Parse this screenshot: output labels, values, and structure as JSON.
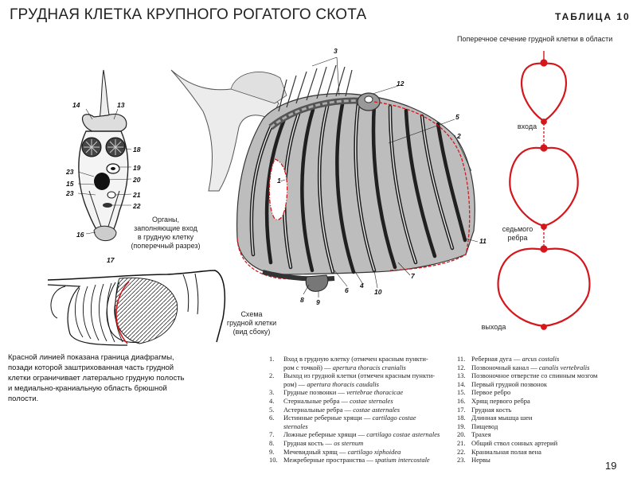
{
  "header": {
    "title": "ГРУДНАЯ КЛЕТКА КРУПНОГО РОГАТОГО СКОТА",
    "table_label": "ТАБЛИЦА 10"
  },
  "cross_section": {
    "caption": "Поперечное сечение грудной клетки в области",
    "label_entry": "входа",
    "label_seventh": "седьмого ребра",
    "label_exit": "выхода",
    "outline_color": "#d4171d"
  },
  "organs_caption": {
    "line1": "Органы,",
    "line2": "заполняющие вход",
    "line3": "в грудную клетку",
    "line4": "(поперечный разрез)"
  },
  "schema_caption": {
    "line1": "Схема",
    "line2": "грудной клетки",
    "line3": "(вид сбоку)"
  },
  "left_note": {
    "line1": "Красной линией показана граница диафрагмы,",
    "line2": "позади которой заштрихованная часть грудной",
    "line3": "клетки ограничивает латерально грудную полость",
    "line4": "и медиально-краниальную область брюшной полости."
  },
  "numbers": {
    "n1": "1",
    "n2": "2",
    "n3": "3",
    "n4": "4",
    "n5": "5",
    "n6": "6",
    "n7": "7",
    "n8": "8",
    "n9": "9",
    "n10": "10",
    "n11": "11",
    "n12": "12",
    "n13": "13",
    "n14": "14",
    "n15": "15",
    "n16": "16",
    "n17": "17",
    "n18": "18",
    "n19": "19",
    "n20": "20",
    "n21": "21",
    "n22": "22",
    "n23": "23",
    "n23b": "23"
  },
  "legend_col1": [
    {
      "n": "1.",
      "text": "Вход в грудную клетку (отмечен красным пункти-"
    },
    {
      "n": "",
      "text": "ром с точкой) — ",
      "latin": "apertura thoracis cranialis"
    },
    {
      "n": "2.",
      "text": "Выход из грудной клетки (отмечен красным пункти-"
    },
    {
      "n": "",
      "text": "ром) — ",
      "latin": "apertura thoracis caudalis"
    },
    {
      "n": "3.",
      "text": "Грудные позвонки — ",
      "latin": "vertebrae thoracicae"
    },
    {
      "n": "4.",
      "text": "Стернальные ребра — ",
      "latin": "costae sternales"
    },
    {
      "n": "5.",
      "text": "Астернальные ребра — ",
      "latin": "costae asternales"
    },
    {
      "n": "6.",
      "text": "Истинные реберные хрящи — ",
      "latin": "cartilago costae"
    },
    {
      "n": "",
      "text": "",
      "latin": "sternales"
    },
    {
      "n": "7.",
      "text": "Ложные реберные хрящи — ",
      "latin": "cartilago costae asternales"
    },
    {
      "n": "8.",
      "text": "Грудная кость — ",
      "latin": "os sternum"
    },
    {
      "n": "9.",
      "text": "Мечевидный хрящ — ",
      "latin": "cartilago xiphoidea"
    },
    {
      "n": "10.",
      "text": "Межреберные пространства — ",
      "latin": "spatium intercostale"
    }
  ],
  "legend_col2": [
    {
      "n": "11.",
      "text": "Реберная дуга — ",
      "latin": "arcus costalis"
    },
    {
      "n": "12.",
      "text": "Позвоночный канал — ",
      "latin": "canalis vertebralis"
    },
    {
      "n": "13.",
      "text": "Позвоночное отверстие со спинным мозгом",
      "latin": ""
    },
    {
      "n": "14.",
      "text": "Первый грудной позвонок",
      "latin": ""
    },
    {
      "n": "15.",
      "text": "Первое ребро",
      "latin": ""
    },
    {
      "n": "16.",
      "text": "Хрящ первого ребра",
      "latin": ""
    },
    {
      "n": "17.",
      "text": "Грудная кость",
      "latin": ""
    },
    {
      "n": "18.",
      "text": "Длинная мышца шеи",
      "latin": ""
    },
    {
      "n": "19.",
      "text": "Пищевод",
      "latin": ""
    },
    {
      "n": "20.",
      "text": "Трахея",
      "latin": ""
    },
    {
      "n": "21.",
      "text": "Общий ствол сонных артерий",
      "latin": ""
    },
    {
      "n": "22.",
      "text": "Краниальная полая вена",
      "latin": ""
    },
    {
      "n": "23.",
      "text": "Нервы",
      "latin": ""
    }
  ],
  "page_number": "19"
}
